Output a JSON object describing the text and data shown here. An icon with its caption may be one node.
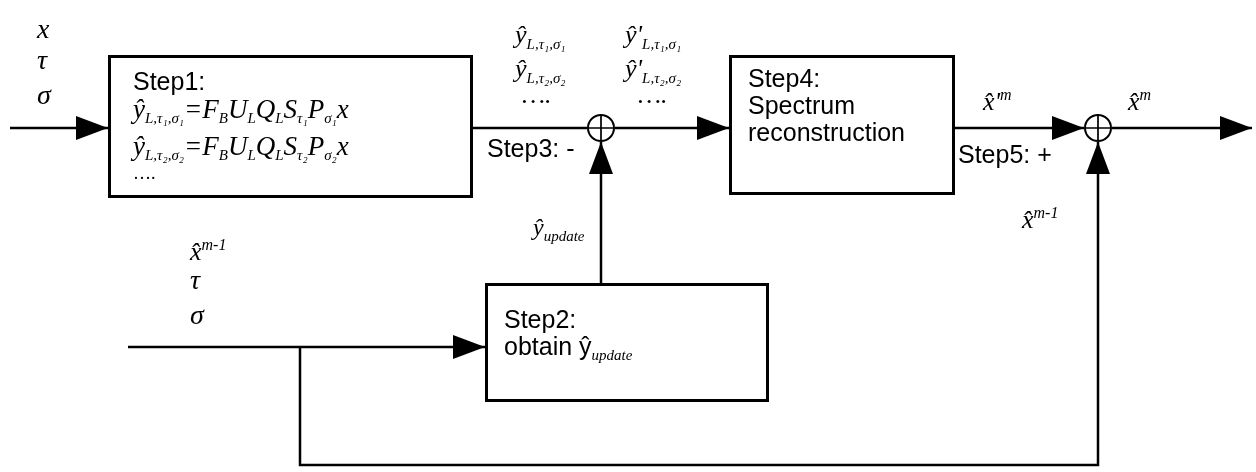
{
  "diagram": {
    "nodes": [
      {
        "text": [
          "Step1:",
          "ŷ$_{L,τ₁,σ₁}$=F$_{B}$U$_{L}$Q$_{L}$S$_{τ₁}$P$_{σ₁}$x",
          "ŷ$_{L,τ₂,σ₂}$=F$_{B}$U$_{L}$Q$_{L}$S$_{τ₂}$P$_{σ₂}$x",
          "…."
        ]
      },
      {
        "text": [],
        "shape": "circle"
      },
      {
        "text": [
          "Step4:",
          "Spectrum reconstruction"
        ]
      },
      {
        "text": [],
        "shape": "circle"
      },
      {
        "text": [
          "Step2:",
          "obtain ŷ$_{update}$"
        ]
      }
    ],
    "edges": [
      {
        "from": null,
        "to": 0,
        "arrow": "to"
      },
      {
        "from": 0,
        "to": 1,
        "arrow": "none"
      },
      {
        "from": 1,
        "to": 2,
        "arrow": "to"
      },
      {
        "from": 4,
        "to": 1,
        "arrow": "to",
        "label": "ŷ$_{update}$"
      },
      {
        "from": 2,
        "to": 3,
        "arrow": "to",
        "label": "x̂'$^{m}$"
      },
      {
        "from": 3,
        "to": null,
        "arrow": "to",
        "label": "x̂$^{m}$"
      },
      {
        "from": null,
        "to": 4,
        "arrow": "to"
      },
      {
        "from": null,
        "to": 3,
        "arrow": "to",
        "label": "x̂$^{m-1}$"
      }
    ],
    "labels": [
      "x",
      "τ",
      "σ",
      "ŷ$_{L,τ₁,σ₁}$",
      "ŷ'$_{L,τ₁,σ₁}$",
      "ŷ$_{L,τ₂,σ₂}$",
      "ŷ'$_{L,τ₂,σ₂}$",
      "….",
      "….",
      "Step3: -",
      "Step5: +",
      "x̂$^{m-1}$",
      "τ",
      "σ"
    ]
  }
}
